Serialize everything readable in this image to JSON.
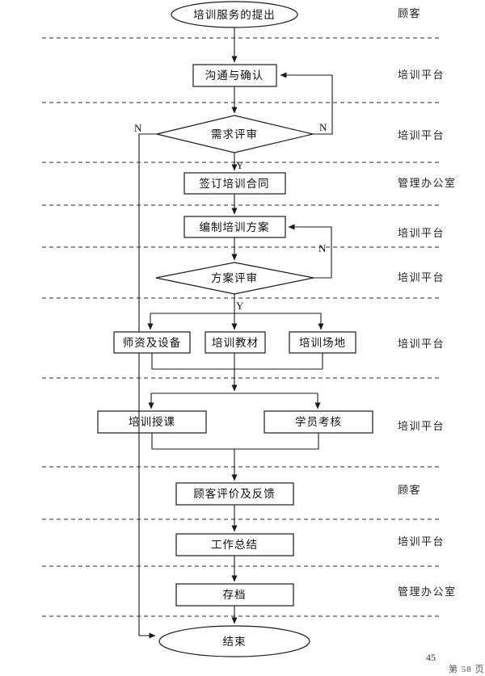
{
  "flowchart": {
    "nodes": {
      "start": {
        "label": "培训服务的提出"
      },
      "communicate": {
        "label": "沟通与确认"
      },
      "review1": {
        "label": "需求评审"
      },
      "contract": {
        "label": "签订培训合同"
      },
      "plan": {
        "label": "编制培训方案"
      },
      "review2": {
        "label": "方案评审"
      },
      "teachers": {
        "label": "师资及设备"
      },
      "materials": {
        "label": "培训教材"
      },
      "venue": {
        "label": "培训场地"
      },
      "teaching": {
        "label": "培训授课"
      },
      "assessment": {
        "label": "学员考核"
      },
      "feedback": {
        "label": "顾客评价及反馈"
      },
      "summary": {
        "label": "工作总结"
      },
      "archive": {
        "label": "存档"
      },
      "end": {
        "label": "结束"
      }
    },
    "branch_labels": {
      "review1_no_left": "N",
      "review1_no_right": "N",
      "review1_yes": "Y",
      "review2_no": "N",
      "review2_yes": "Y"
    },
    "lanes": [
      "顾客",
      "培训平台",
      "培训平台",
      "管理办公室",
      "培训平台",
      "培训平台",
      "培训平台",
      "培训平台",
      "顾客",
      "培训平台",
      "管理办公室"
    ],
    "line_color": "#1a1a1a"
  },
  "page": {
    "page_number": "45",
    "footer_text": "第 58 页"
  }
}
